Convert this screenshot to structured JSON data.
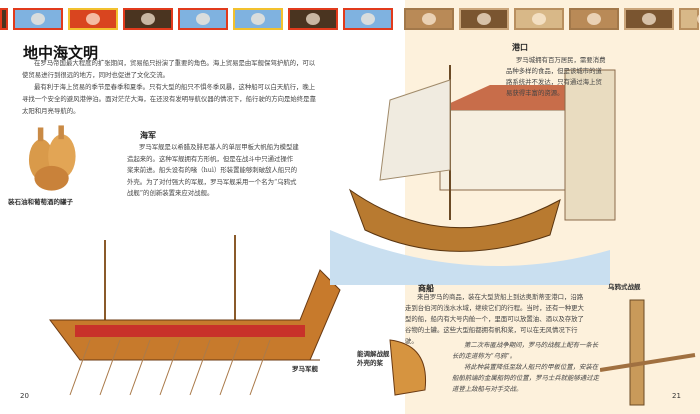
{
  "title": "地中海文明",
  "intro": [
    "在罗马帝国最大程度的扩张期间，贸易船只扮演了重要的角色。海上贸易是由军舰保驾护航的，可以使贸易进行到很远的地方，同时也促进了文化交流。",
    "最有利于海上贸易的季节是春季和夏季。只有大型的船只不惧冬季风暴，这种船可以白天航行，晚上寻找一个安全的避风港停泊。面对茫茫大海，在还没有发明导航仪器的情况下，船行驶的方向是始终是靠太阳和月亮导航的。"
  ],
  "navy": {
    "heading": "海军",
    "text": "罗马军舰是以希腊及腓尼基人的单层甲板大帆船为模型建造起来的。这种军舰拥有方形帆，但是在战斗中只通过操作桨来前进。船头设有的喙（huì）形装置能够刺破敌人船只的外壳。为了对付强大的军舰，罗马军舰采用一个名为“乌鸦式战舰”的创新装置来应对战舰。"
  },
  "port": {
    "heading": "港口",
    "text": "罗马城拥有百万居民，需要消费品种多样的食品，但是该城市的道路系统并不发达，只有通过海上贸易获得丰富的资源。"
  },
  "merchant": {
    "heading": "商船",
    "text": "来自罗马的商品，装在大型货船上到达奥斯蒂亚港口，沿路走到台伯河的浅水水域，继续它们的行程。当时，还有一种更大型的船，船内有大号内舱一个，里面可以放置油、酒以及存放了谷物的土罐。这些大型船都拥有帆和桨，可以在无风情况下行驶。"
  },
  "corvus_note": [
    "第二次布匿战争期间，罗马的战舰上配有一条长长的走道称为“乌鸦”。",
    "将此种装置降低至敌人船只的甲板位置，安装在船舶前端的金属船钩的位置，罗马士兵就能够通过走道登上敌船与对手交战。"
  ],
  "captions": {
    "jars": "装石油和葡萄酒的罐子",
    "warship": "罗马军舰",
    "oars": "能调解战舰外壳的桨",
    "corvus": "乌鸦式战舰"
  },
  "page_left": "20",
  "page_right": "21"
}
